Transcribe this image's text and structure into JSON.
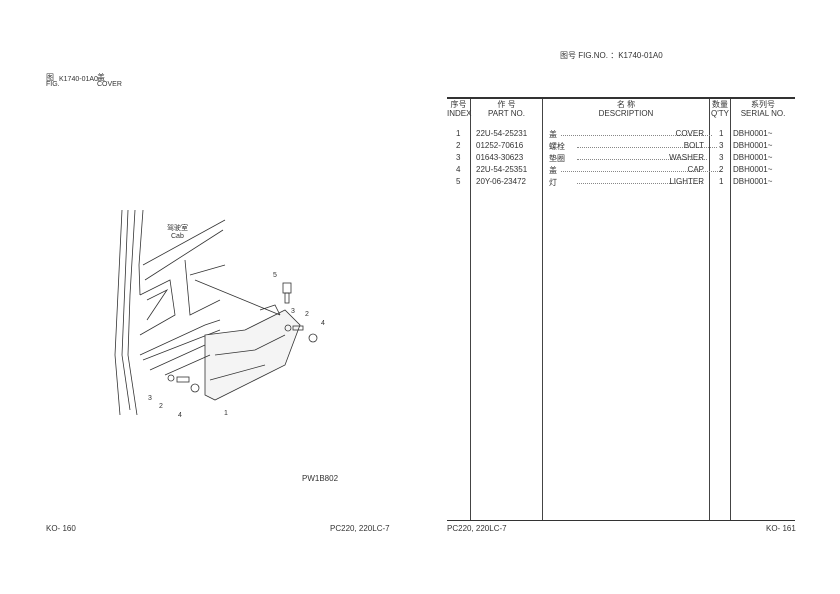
{
  "left_page": {
    "fig_cn": "图",
    "fig_en": "FIG.",
    "fig_no": "K1740-01A0",
    "title_cn": "盖",
    "title_en": "COVER",
    "drawing": {
      "cab_label_cn": "驾驶室",
      "cab_label_en": "Cab",
      "callouts": [
        "5",
        "3",
        "2",
        "4",
        "3",
        "2",
        "4",
        "1"
      ],
      "drawing_code": "PW1B802"
    },
    "footer_left": "KO- 160",
    "footer_right": "PC220, 220LC-7"
  },
  "right_page": {
    "fig_header": "图号  FIG.NO.  ：K1740-01A0",
    "columns": [
      {
        "cn": "序号",
        "en": "INDEX"
      },
      {
        "cn": "作    号",
        "en": "PART NO."
      },
      {
        "cn": "名          称",
        "en": "DESCRIPTION"
      },
      {
        "cn": "数量",
        "en": "Q'TY"
      },
      {
        "cn": "系列号",
        "en": "SERIAL NO."
      }
    ],
    "rows": [
      {
        "index": "1",
        "part_no": "22U-54-25231",
        "desc_cn": "盖",
        "desc_en": "COVER",
        "qty": "1",
        "serial": "DBH0001~"
      },
      {
        "index": "2",
        "part_no": "01252-70616",
        "desc_cn": "螺栓",
        "desc_en": "BOLT",
        "qty": "3",
        "serial": "DBH0001~"
      },
      {
        "index": "3",
        "part_no": "01643-30623",
        "desc_cn": "垫圈",
        "desc_en": "WASHER",
        "qty": "3",
        "serial": "DBH0001~"
      },
      {
        "index": "4",
        "part_no": "22U-54-25351",
        "desc_cn": "盖",
        "desc_en": "CAP",
        "qty": "2",
        "serial": "DBH0001~"
      },
      {
        "index": "5",
        "part_no": "20Y-06-23472",
        "desc_cn": "灯",
        "desc_en": "LIGHTER",
        "qty": "1",
        "serial": "DBH0001~"
      }
    ],
    "footer_left": "PC220, 220LC-7",
    "footer_right": "KO- 161"
  }
}
